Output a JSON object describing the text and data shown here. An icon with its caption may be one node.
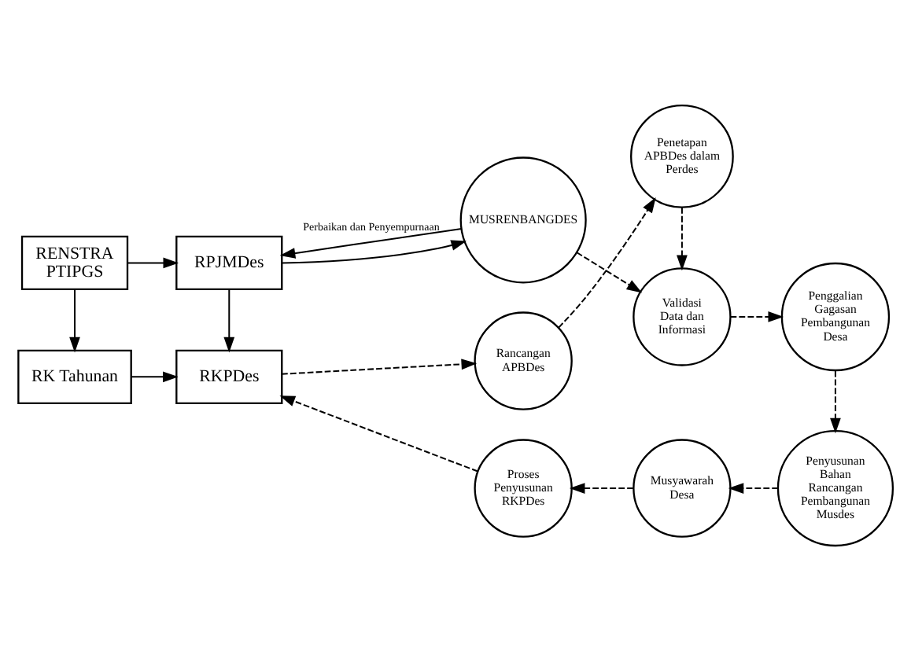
{
  "diagram": {
    "nodes": [
      {
        "text": [
          "RENSTRA PTIPGS"
        ]
      },
      {
        "text": [
          "RPJMDes"
        ]
      },
      {
        "text": [
          "MUSRENBANGDES"
        ]
      },
      {
        "text": [
          "Validasi Data dan Informasi"
        ]
      },
      {
        "text": [
          "Penetapan APBDes dalam Perdes"
        ]
      },
      {
        "text": [
          "Penggalian Gagasan Pembangunan Desa"
        ]
      },
      {
        "text": [
          "RK Tahunan"
        ]
      },
      {
        "text": [
          "RKPDes"
        ]
      },
      {
        "text": [
          "Rancangan APBDes"
        ]
      },
      {
        "text": [
          "Penyusunan Bahan Rancangan Pembangunan Musdes"
        ]
      },
      {
        "text": [
          "Proses Penyusunan RKPDes"
        ]
      },
      {
        "text": [
          "Musyawarah Desa"
        ]
      }
    ],
    "edges": [
      {
        "from": 0,
        "to": 1,
        "arrow": "to"
      },
      {
        "from": 0,
        "to": 6,
        "arrow": "to"
      },
      {
        "from": 1,
        "to": 7,
        "arrow": "to"
      },
      {
        "from": 6,
        "to": 7,
        "arrow": "to"
      },
      {
        "from": 2,
        "to": 1,
        "arrow": "to",
        "label": "Perbaikan dan Penyempurnaan"
      },
      {
        "from": 1,
        "to": 2,
        "arrow": "to"
      },
      {
        "from": 2,
        "to": 3,
        "arrow": "to",
        "style": "dashed"
      },
      {
        "from": 3,
        "to": 5,
        "arrow": "to",
        "style": "dashed"
      },
      {
        "from": 5,
        "to": 9,
        "arrow": "to",
        "style": "dashed"
      },
      {
        "from": 9,
        "to": 11,
        "arrow": "to",
        "style": "dashed"
      },
      {
        "from": 11,
        "to": 10,
        "arrow": "to",
        "style": "dashed"
      },
      {
        "from": 10,
        "to": 7,
        "arrow": "to",
        "style": "dashed"
      },
      {
        "from": 7,
        "to": 8,
        "arrow": "to",
        "style": "dashed"
      },
      {
        "from": 8,
        "to": 4,
        "arrow": "to",
        "style": "dashed"
      },
      {
        "from": 4,
        "to": 3,
        "arrow": "to",
        "style": "dashed"
      }
    ]
  }
}
